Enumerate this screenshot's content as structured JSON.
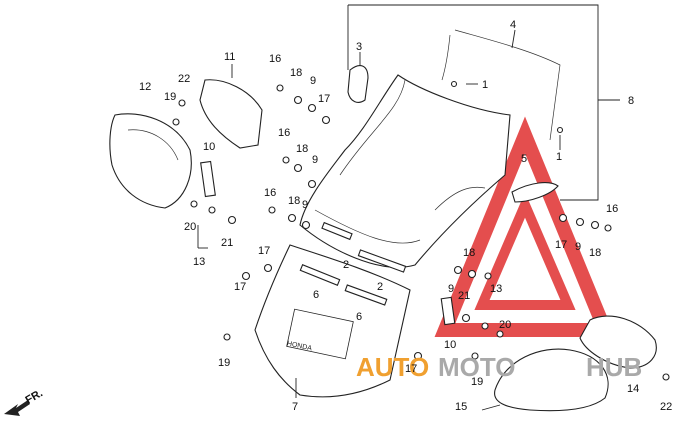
{
  "callouts": [
    {
      "text": "1"
    },
    {
      "text": "1"
    },
    {
      "text": "2"
    },
    {
      "text": "2"
    },
    {
      "text": "3"
    },
    {
      "text": "4"
    },
    {
      "text": "5"
    },
    {
      "text": "6"
    },
    {
      "text": "6"
    },
    {
      "text": "7"
    },
    {
      "text": "8"
    },
    {
      "text": "9"
    },
    {
      "text": "9"
    },
    {
      "text": "9"
    },
    {
      "text": "9"
    },
    {
      "text": "9"
    },
    {
      "text": "10"
    },
    {
      "text": "10"
    },
    {
      "text": "11"
    },
    {
      "text": "12"
    },
    {
      "text": "13"
    },
    {
      "text": "13"
    },
    {
      "text": "14"
    },
    {
      "text": "15"
    },
    {
      "text": "16"
    },
    {
      "text": "16"
    },
    {
      "text": "16"
    },
    {
      "text": "16"
    },
    {
      "text": "17"
    },
    {
      "text": "17"
    },
    {
      "text": "17"
    },
    {
      "text": "17"
    },
    {
      "text": "17"
    },
    {
      "text": "18"
    },
    {
      "text": "18"
    },
    {
      "text": "18"
    },
    {
      "text": "18"
    },
    {
      "text": "18"
    },
    {
      "text": "19"
    },
    {
      "text": "19"
    },
    {
      "text": "19"
    },
    {
      "text": "20"
    },
    {
      "text": "20"
    },
    {
      "text": "21"
    },
    {
      "text": "21"
    },
    {
      "text": "22"
    },
    {
      "text": "22"
    }
  ],
  "direction_label": "FR.",
  "panel_brand": "HONDA",
  "watermark": {
    "part1": "AUTO",
    "part2": "MOTO",
    "part3": "HUB",
    "color_orange": "#f0a030",
    "color_gray": "#a9a9a9",
    "color_red": "#e03030"
  }
}
